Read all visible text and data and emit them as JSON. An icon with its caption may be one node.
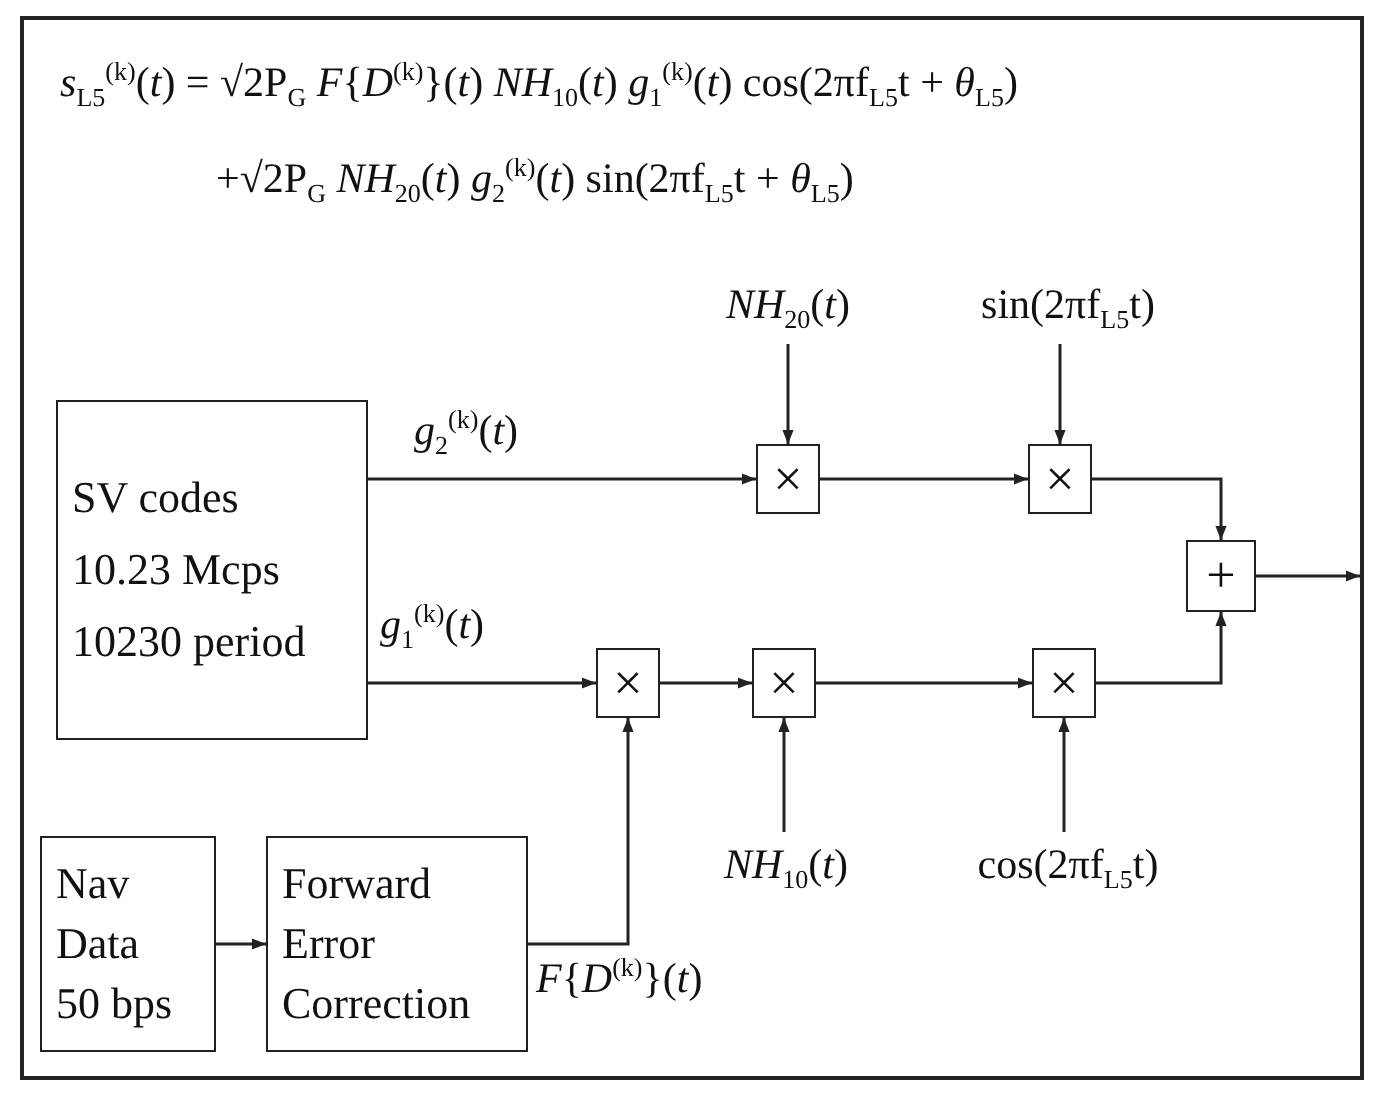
{
  "diagram": {
    "nodes": [
      {
        "text": [
          "SV codes 10.23 Mcps 10230 period"
        ]
      },
      {
        "text": [
          "*NH*$_{20}$(*t*)"
        ]
      },
      {
        "text": [
          "sin(2πf$_{L5}$t)"
        ]
      },
      {
        "text": [
          "×"
        ]
      },
      {
        "text": [
          "×"
        ]
      },
      {
        "text": [
          "+"
        ]
      },
      {
        "text": [
          "×"
        ]
      },
      {
        "text": [
          "×"
        ]
      },
      {
        "text": [
          "×"
        ]
      },
      {
        "text": [
          "*NH*$_{10}$(*t*)"
        ]
      },
      {
        "text": [
          "cos(2πf$_{L5}$t)"
        ]
      },
      {
        "text": [
          "Nav Data 50 bps"
        ]
      },
      {
        "text": [
          "Forward Error Correction"
        ]
      }
    ],
    "edges": [
      {
        "from": 0,
        "to": 3,
        "arrow": "to",
        "label": "*g*$_{2}$$^{(k)}$(*t*)"
      },
      {
        "from": 0,
        "to": 6,
        "arrow": "to",
        "label": "*g*$_{1}$$^{(k)}$(*t*)"
      },
      {
        "from": 1,
        "to": 3,
        "arrow": "to"
      },
      {
        "from": 2,
        "to": 4,
        "arrow": "to"
      },
      {
        "from": 3,
        "to": 4,
        "arrow": "to"
      },
      {
        "from": 4,
        "to": 5,
        "arrow": "to"
      },
      {
        "from": 6,
        "to": 7,
        "arrow": "to"
      },
      {
        "from": 7,
        "to": 8,
        "arrow": "to"
      },
      {
        "from": 8,
        "to": 5,
        "arrow": "to"
      },
      {
        "from": 5,
        "to": null,
        "arrow": "to"
      },
      {
        "from": 9,
        "to": 7,
        "arrow": "to"
      },
      {
        "from": 10,
        "to": 8,
        "arrow": "to"
      },
      {
        "from": 11,
        "to": 12,
        "arrow": "to"
      },
      {
        "from": 12,
        "to": 6,
        "arrow": "to",
        "label": "*F*{*D*$^{(k)}$}(*t*)"
      }
    ],
    "labels": [
      "*s*$_{L5}$$^{(k)}$(*t*) = √2P$_{G}$ *F*{*D*$^{(k)}$}(*t*) *NH*$_{10}$(*t*) *g*$_{1}$$^{(k)}$(*t*) cos(2πf$_{L5}$t + *θ*$_{L5}$)",
      "+√2P$_{G}$ *NH*$_{20}$(*t*) *g*$_{2}$$^{(k)}$(*t*) sin(2πf$_{L5}$t + *θ*$_{L5}$)"
    ]
  }
}
